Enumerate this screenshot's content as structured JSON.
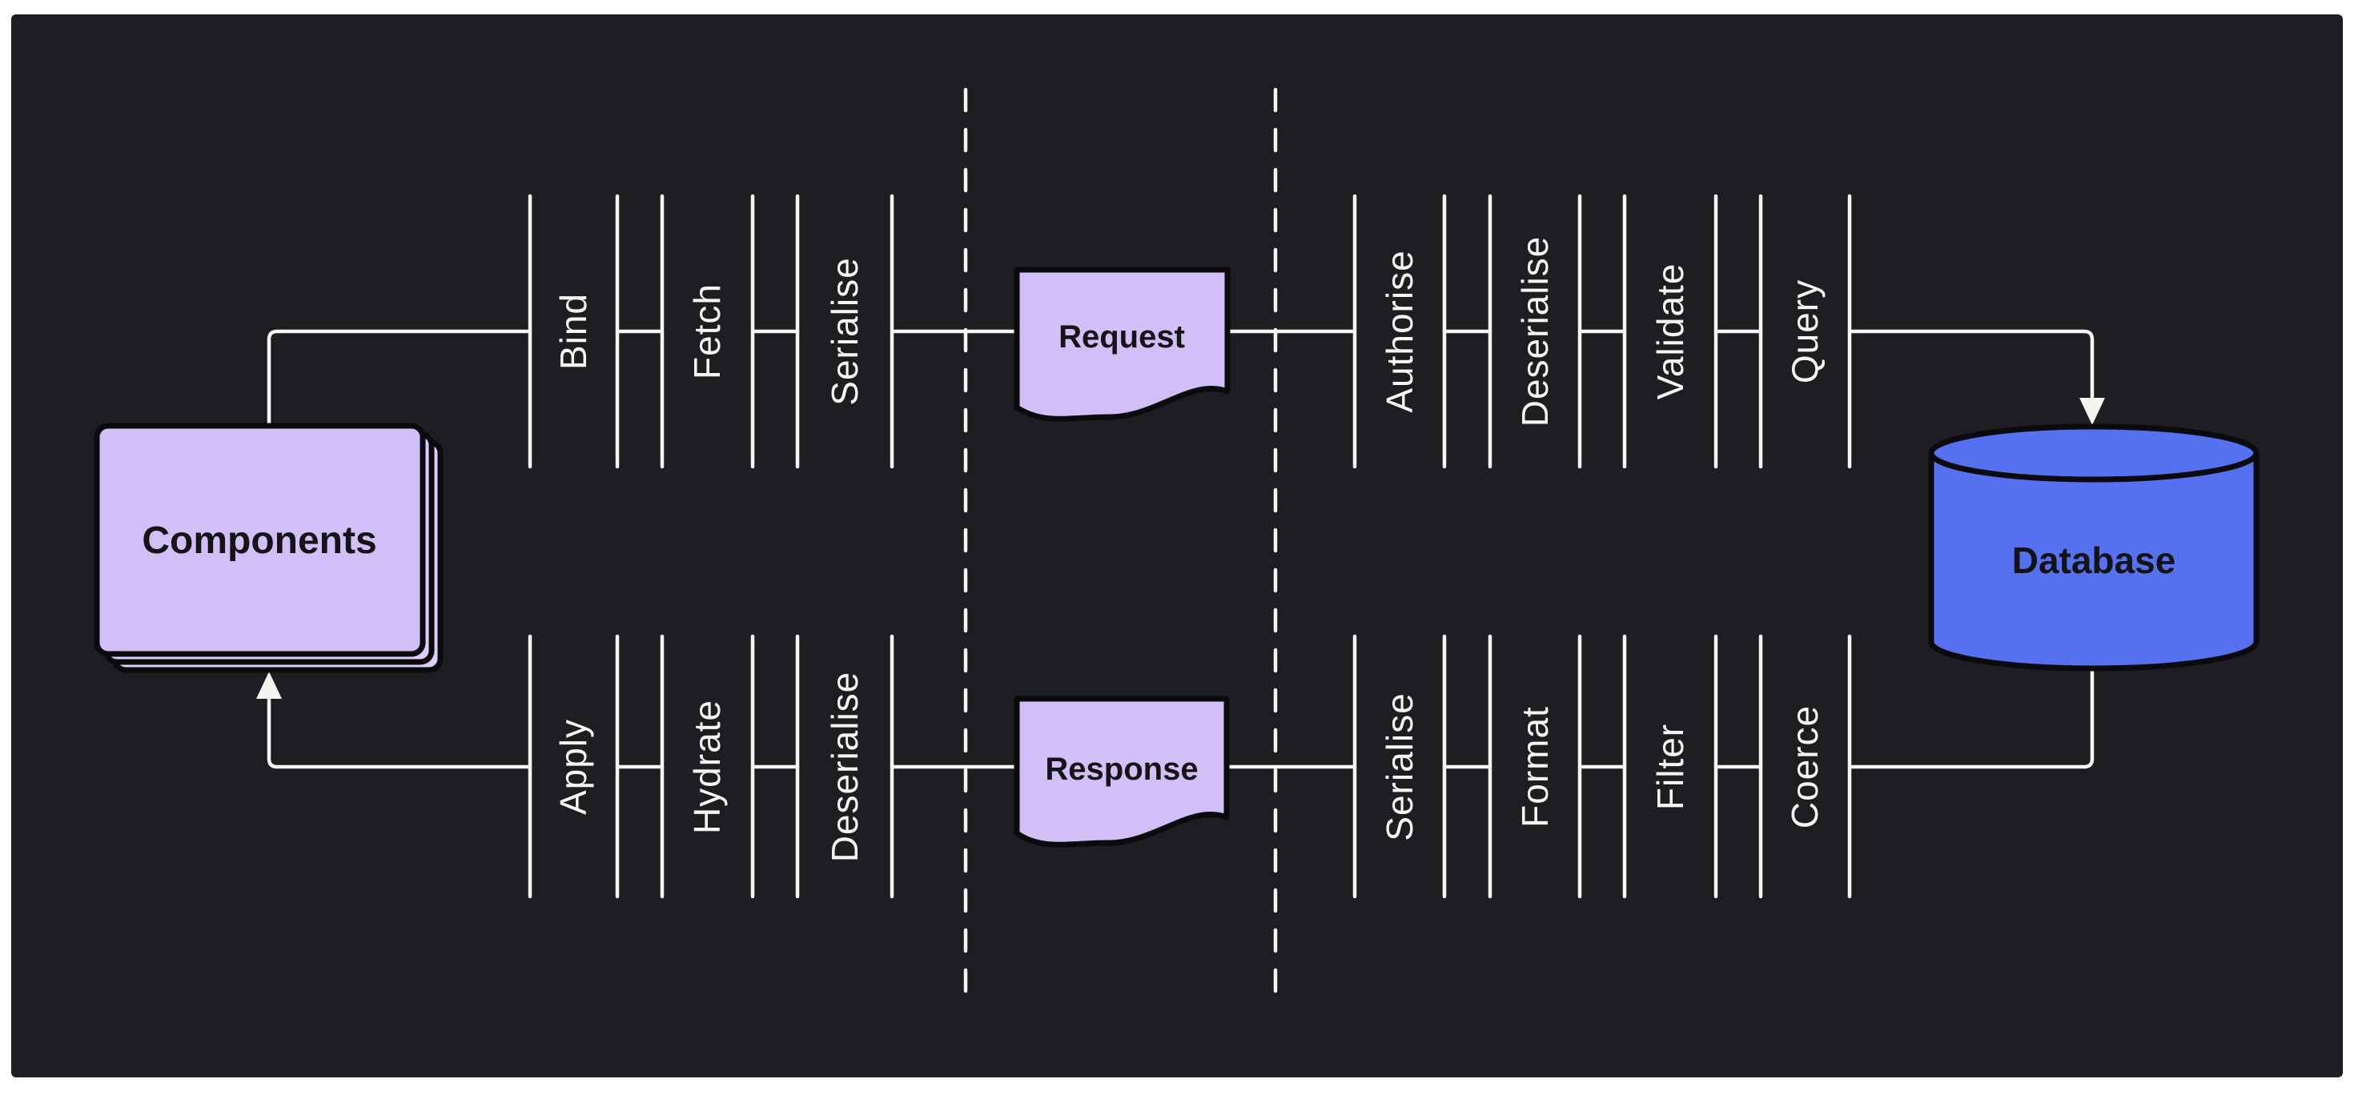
{
  "theme": {
    "page-bg": "#ffffff",
    "canvas-bg": "#1d1d22",
    "line": "#f6f5f1",
    "ink": "#0b0b0d",
    "lavender": "#d2bff7",
    "lavender-back": "#dccdf9",
    "blue": "#5671f0",
    "label-dark": "#141416"
  },
  "nodes": {
    "components": {
      "label": "Components"
    },
    "database": {
      "label": "Database"
    }
  },
  "artifacts": {
    "request": {
      "label": "Request"
    },
    "response": {
      "label": "Response"
    }
  },
  "pipelines": {
    "request": {
      "description": "components-to-database flow, left to right, top row",
      "stages": [
        "Bind",
        "Fetch",
        "Serialise",
        "Authorise",
        "Deserialise",
        "Validate",
        "Query"
      ]
    },
    "response": {
      "description": "database-to-components flow, right to left, bottom row",
      "stages": [
        "Coerce",
        "Filter",
        "Format",
        "Serialise",
        "Deserialise",
        "Hydrate",
        "Apply"
      ]
    }
  },
  "boundaries": {
    "left_dashed_divider": "client-serialisation boundary",
    "right_dashed_divider": "server-serialisation boundary"
  }
}
